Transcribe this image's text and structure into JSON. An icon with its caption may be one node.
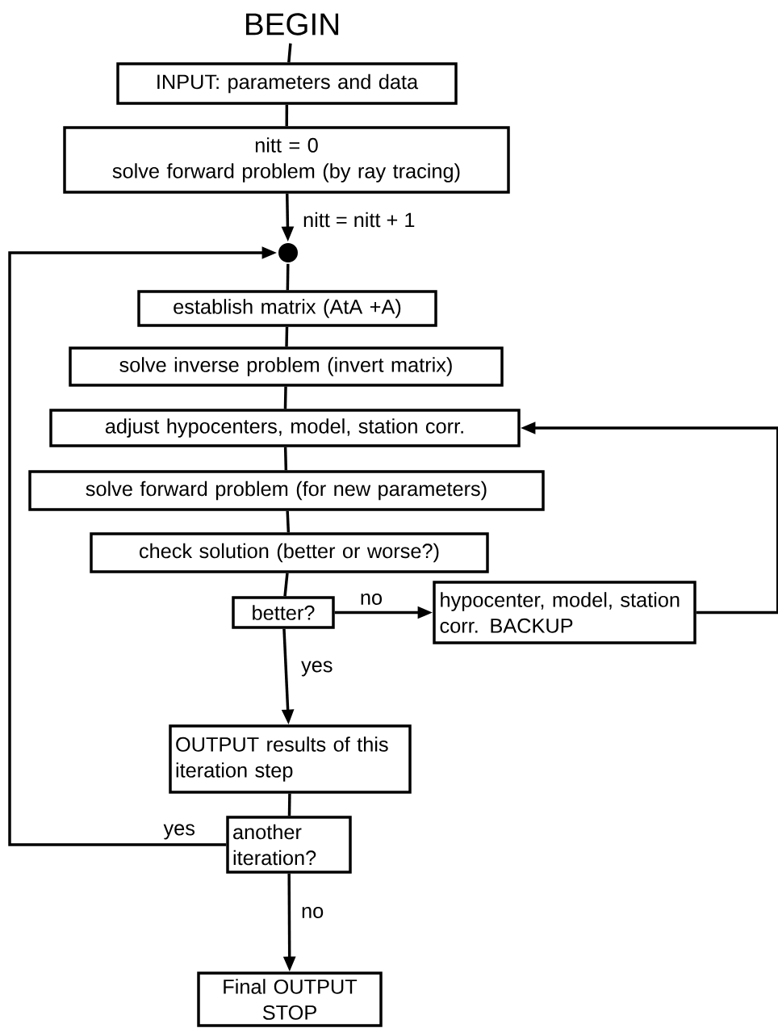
{
  "diagram": {
    "nodes": [
      {
        "text": [
          "BEGIN"
        ]
      },
      {
        "text": [
          "INPUT: parameters and data"
        ]
      },
      {
        "text": [
          "nitt = 0",
          "solve forward problem (by ray tracing)"
        ]
      },
      {
        "text": [],
        "shape": "circle"
      },
      {
        "text": [
          "establish matrix (AtA +A)"
        ]
      },
      {
        "text": [
          "solve inverse problem (invert matrix)"
        ]
      },
      {
        "text": [
          "adjust hypocenters, model, station corr."
        ]
      },
      {
        "text": [
          "solve forward problem (for new parameters)"
        ]
      },
      {
        "text": [
          "check solution (better or worse?)"
        ]
      },
      {
        "text": [
          "better?"
        ]
      },
      {
        "text": [
          "hypocenter, model, station corr. BACKUP"
        ]
      },
      {
        "text": [
          "OUTPUT results of this iteration step"
        ]
      },
      {
        "text": [
          "another iteration?"
        ]
      },
      {
        "text": [
          "Final OUTPUT STOP"
        ]
      }
    ],
    "edges": [
      {
        "from": 0,
        "to": 1,
        "arrow": "none"
      },
      {
        "from": 1,
        "to": 2,
        "arrow": "none"
      },
      {
        "from": 2,
        "to": 3,
        "arrow": "to",
        "label": "nitt = nitt + 1"
      },
      {
        "from": 3,
        "to": 4,
        "arrow": "none"
      },
      {
        "from": 4,
        "to": 5,
        "arrow": "none"
      },
      {
        "from": 5,
        "to": 6,
        "arrow": "none"
      },
      {
        "from": 6,
        "to": 7,
        "arrow": "none"
      },
      {
        "from": 7,
        "to": 8,
        "arrow": "none"
      },
      {
        "from": 8,
        "to": 9,
        "arrow": "none"
      },
      {
        "from": 9,
        "to": 10,
        "arrow": "to",
        "label": "no"
      },
      {
        "from": 10,
        "to": 6,
        "arrow": "to"
      },
      {
        "from": 9,
        "to": 11,
        "arrow": "to",
        "label": "yes"
      },
      {
        "from": 11,
        "to": 12,
        "arrow": "none"
      },
      {
        "from": 12,
        "to": 3,
        "arrow": "to",
        "label": "yes"
      },
      {
        "from": 12,
        "to": 13,
        "arrow": "to",
        "label": "no"
      }
    ]
  }
}
